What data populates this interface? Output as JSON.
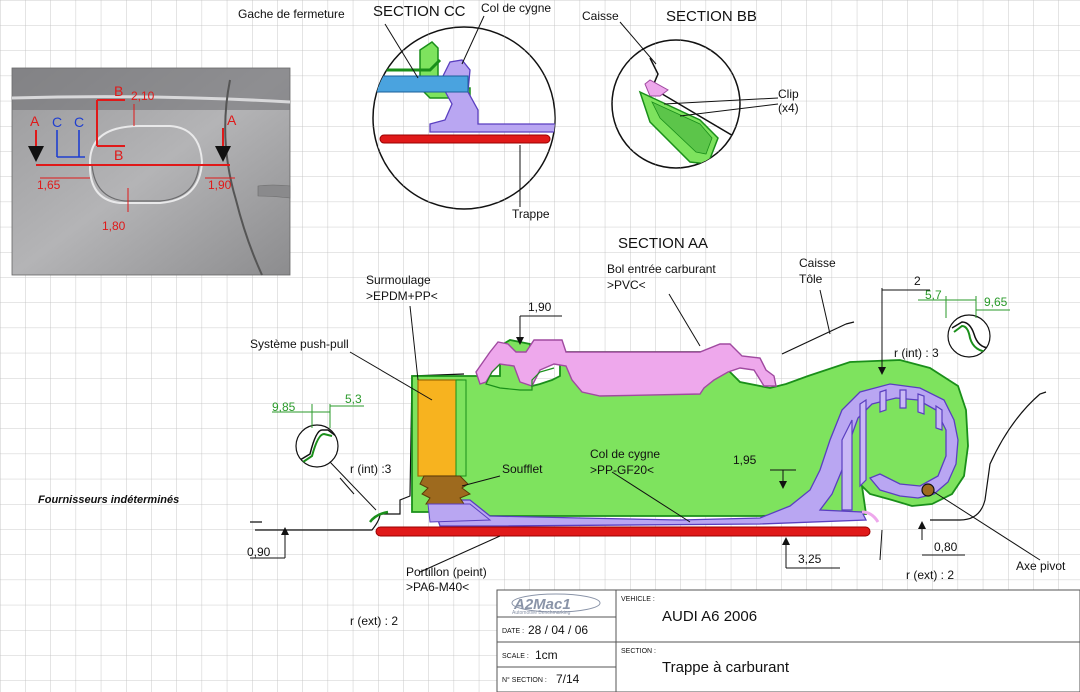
{
  "titles": {
    "section_cc": "SECTION CC",
    "section_bb": "SECTION BB",
    "section_aa": "SECTION AA"
  },
  "labels": {
    "gache": "Gache de fermeture",
    "col_cygne_cc": "Col de cygne",
    "trappe": "Trappe",
    "caisse_bb": "Caisse",
    "clip_1": "Clip",
    "clip_2": "(x4)",
    "bol_1": "Bol entrée carburant",
    "bol_2": ">PVC<",
    "caisse_tole_1": "Caisse",
    "caisse_tole_2": "Tôle",
    "surmoulage_1": "Surmoulage",
    "surmoulage_2": ">EPDM+PP<",
    "push_pull": "Système push-pull",
    "soufflet": "Soufflet",
    "col_cygne_aa_1": "Col de cygne",
    "col_cygne_aa_2": ">PP-GF20<",
    "portillon_1": "Portillon (peint)",
    "portillon_2": ">PA6-M40<",
    "axe_pivot": "Axe pivot",
    "r_int_left": "r (int) :3",
    "r_int_right": "r (int) : 3",
    "r_ext_left": "r (ext) : 2",
    "r_ext_right": "r (ext) : 2",
    "fournisseurs": "Fournisseurs indéterminés"
  },
  "dimensions": {
    "d_1_90": "1,90",
    "d_2": "2",
    "d_5_7": "5,7",
    "d_9_65": "9,65",
    "d_9_85": "9,85",
    "d_5_3": "5,3",
    "d_1_95": "1,95",
    "d_0_90": "0,90",
    "d_0_80": "0,80",
    "d_3_25": "3,25"
  },
  "photo": {
    "a_left": "A",
    "a_right": "A",
    "b_top": "B",
    "b_bottom": "B",
    "c_1": "C",
    "c_2": "C",
    "d_2_10": "2,10",
    "d_1_65": "1,65",
    "d_1_90": "1,90",
    "d_1_80": "1,80"
  },
  "title_block": {
    "logo": "A2Mac1",
    "logo_sub": "Automotive Benchmarking",
    "vehicle_label": "VEHICLE :",
    "vehicle": "AUDI A6 2006",
    "date_label": "DATE :",
    "date": "28 / 04 / 06",
    "scale_label": "SCALE :",
    "scale": "1cm",
    "section_no_label": "N° SECTION :",
    "section_no": "7/14",
    "section_label": "SECTION :",
    "section": "Trappe à carburant"
  },
  "colors": {
    "green_fill": "#7ee35e",
    "green_stroke": "#1a8f1a",
    "violet": "#b9a6f2",
    "pink": "#eea8ec",
    "orange": "#f7b31f",
    "brown": "#9e6a1e",
    "red": "#e01919",
    "blue": "#4aa3df",
    "grid": "#bbbbbb"
  }
}
